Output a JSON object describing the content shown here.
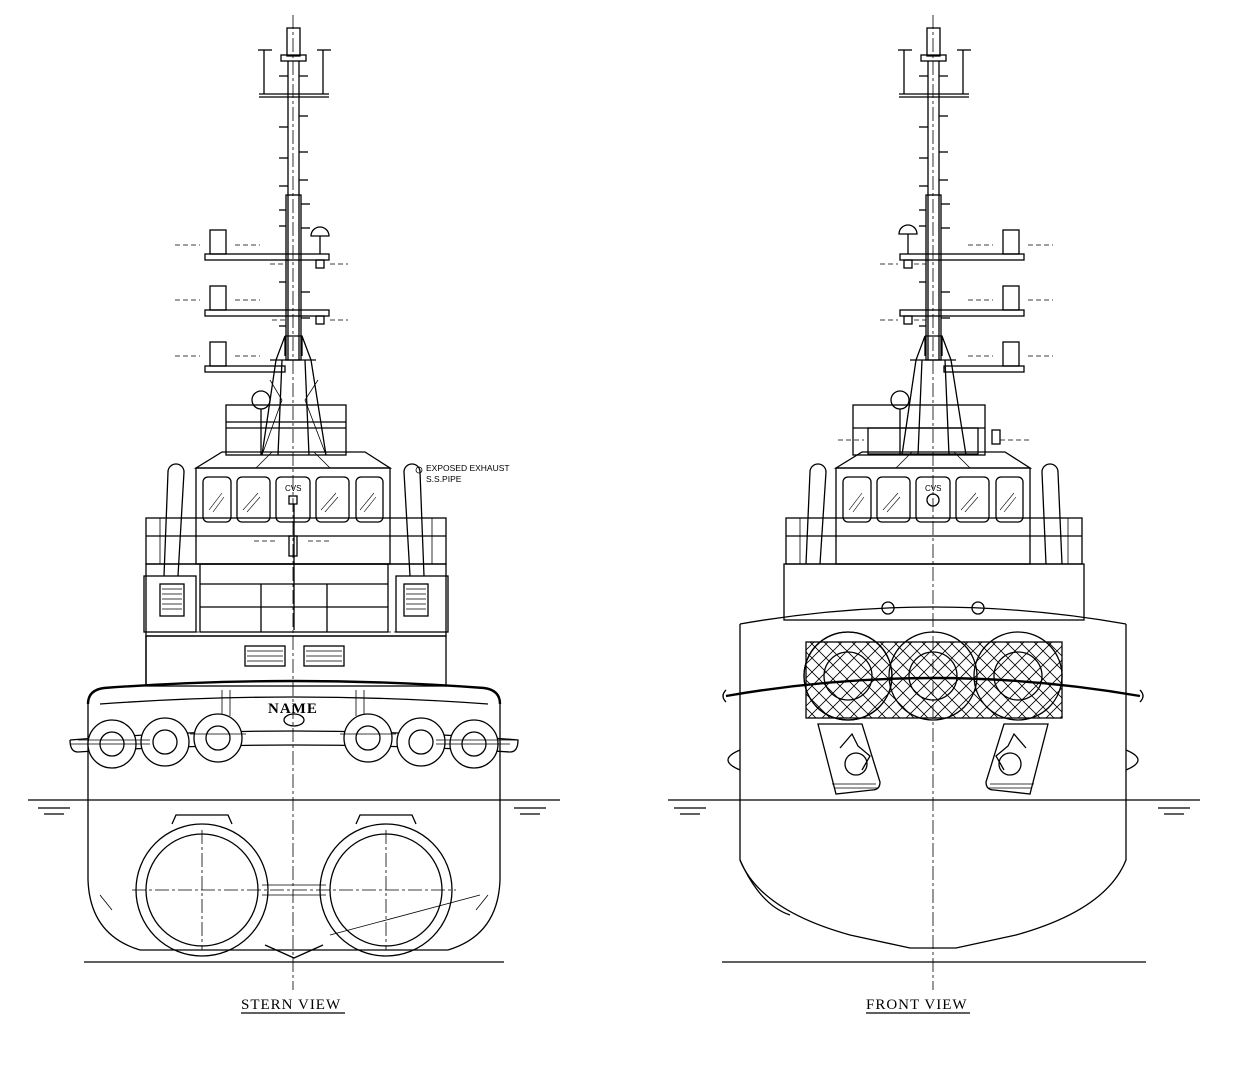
{
  "drawing": {
    "stern_view": {
      "title": "STERN VIEW",
      "hull_name": "NAME",
      "cvs_label": "CVS",
      "exhaust_note": [
        "EXPOSED EXHAUST",
        "S.S.PIPE"
      ]
    },
    "front_view": {
      "title": "FRONT VIEW",
      "cvs_label": "CVS"
    }
  }
}
